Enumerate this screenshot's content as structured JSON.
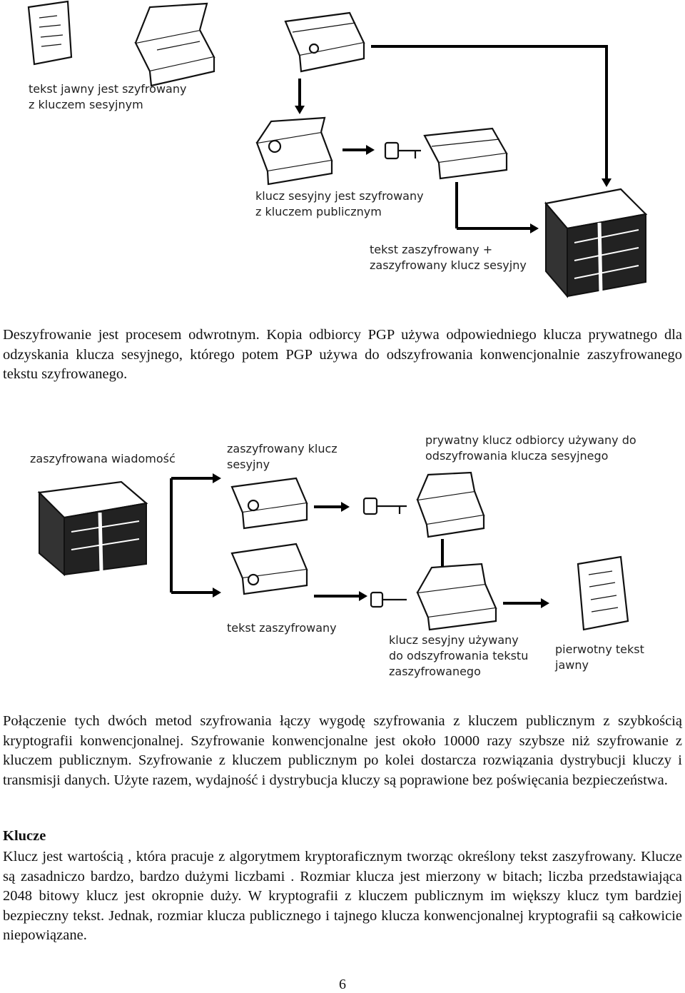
{
  "figure1": {
    "label_plaintext_encrypted": [
      "tekst jawny jest szyfrowany",
      "z kluczem sesyjnym"
    ],
    "label_session_key_encrypted": [
      "klucz sesyjny jest szyfrowany",
      "z kluczem publicznym"
    ],
    "label_result": [
      "tekst zaszyfrowany +",
      "zaszyfrowany klucz sesyjny"
    ],
    "icons": [
      "document-icon",
      "open-chest-icon",
      "key-icon",
      "locked-bundle-icon"
    ]
  },
  "paragraph1": "Deszyfrowanie jest procesem odwrotnym. Kopia odbiorcy PGP używa odpowiedniego klucza prywatnego dla odzyskania klucza sesyjnego, którego potem PGP używa do odszyfrowania konwencjonalnie zaszyfrowanego tekstu szyfrowanego.",
  "figure2": {
    "label_encrypted_message": [
      "zaszyfrowana wiadomość"
    ],
    "label_encrypted_session_key": [
      "zaszyfrowany klucz",
      "sesyjny"
    ],
    "label_private_key": [
      "prywatny klucz odbiorcy używany do",
      "odszyfrowania klucza sesyjnego"
    ],
    "label_ciphertext": [
      "tekst zaszyfrowany"
    ],
    "label_session_key_used": [
      "klucz sesyjny używany",
      "do odszyfrowania tekstu",
      "zaszyfrowanego"
    ],
    "label_original_plaintext": [
      "pierwotny tekst",
      "jawny"
    ]
  },
  "paragraph2": "Połączenie tych dwóch metod szyfrowania łączy wygodę szyfrowania z kluczem publicznym z szybkością kryptografii konwencjonalnej. Szyfrowanie konwencjonalne jest około 10000 razy szybsze niż szyfrowanie z kluczem publicznym. Szyfrowanie z kluczem publicznym po kolei dostarcza rozwiązania dystrybucji kluczy i transmisji danych. Użyte razem, wydajność i dystrybucja kluczy są poprawione bez poświęcania bezpieczeństwa.",
  "heading_keys": "Klucze",
  "paragraph3": "Klucz jest wartością , która pracuje z algorytmem kryptoraficznym tworząc określony tekst zaszyfrowany. Klucze są zasadniczo bardzo, bardzo dużymi liczbami . Rozmiar klucza jest mierzony w bitach; liczba przedstawiająca 2048 bitowy klucz jest okropnie duży. W kryptografii z kluczem publicznym  im większy klucz tym bardziej bezpieczny tekst. Jednak, rozmiar klucza publicznego i tajnego klucza konwencjonalnej kryptografii są całkowicie niepowiązane.",
  "page_number": "6"
}
